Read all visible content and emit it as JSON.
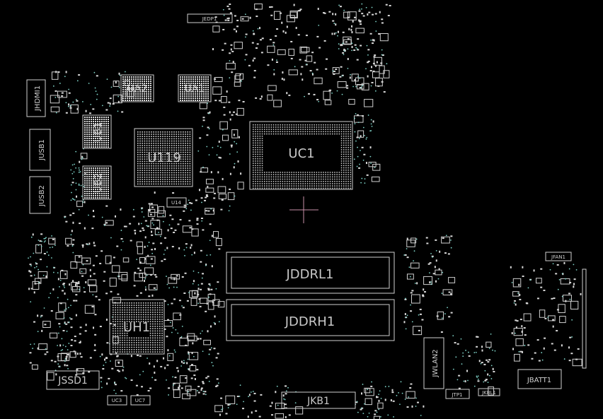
{
  "labels": {
    "jedp1": "JEDP1",
    "ua2": "UA2",
    "ua1": "UA1",
    "jhdmi1": "JHDMI1",
    "ub1": "UB1",
    "u119": "U119",
    "uc1": "UC1",
    "jusb1": "JUSB1",
    "ub2": "UB2",
    "jusb2": "JUSB2",
    "u14": "U14",
    "jddrl1": "JDDRL1",
    "jddrh1": "JDDRH1",
    "uh1": "UH1",
    "jfan1": "JFAN1",
    "jwlan2": "JWLAN2",
    "jbatt1": "JBATT1",
    "jssd1": "JSSD1",
    "jkb1": "JKB1",
    "uc3": "UC3",
    "uc7": "UC7",
    "jtp1": "JTP1",
    "jkbl1": "JKBL1"
  },
  "colors": {
    "background": "#000000",
    "outline": "#cfcfcf",
    "pad": "#d8d8d8",
    "via": "#7fd4c9",
    "crosshair": "#c98fa8"
  }
}
